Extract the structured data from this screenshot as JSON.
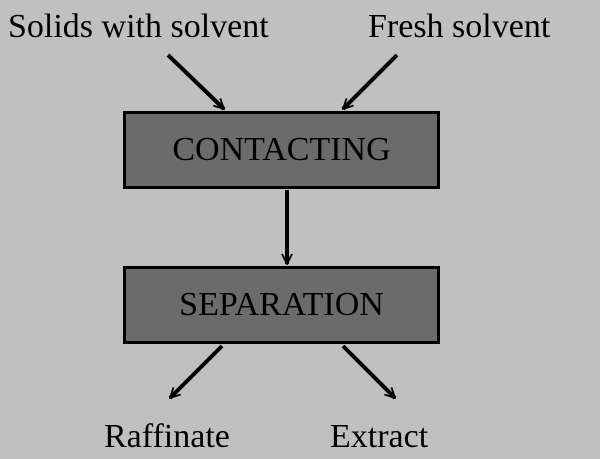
{
  "inputs": {
    "solids": "Solids with solvent",
    "fresh_solvent": "Fresh solvent"
  },
  "stages": {
    "contacting": "CONTACTING",
    "separation": "SEPARATION"
  },
  "outputs": {
    "raffinate": "Raffinate",
    "extract": "Extract"
  },
  "colors": {
    "background": "#c0c0c0",
    "box_fill": "#6b6b6b",
    "line": "#000000"
  }
}
